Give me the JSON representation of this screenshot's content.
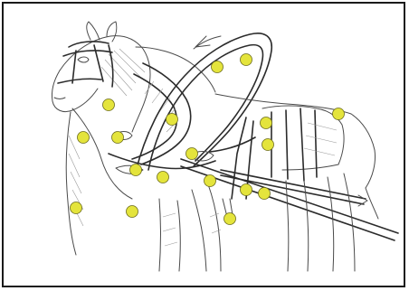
{
  "diagram": {
    "marker_color": "#e4e43c",
    "markers": [
      {
        "id": "m1"
      },
      {
        "id": "m2"
      },
      {
        "id": "m3"
      },
      {
        "id": "m4"
      },
      {
        "id": "m5"
      },
      {
        "id": "m6"
      },
      {
        "id": "m7"
      },
      {
        "id": "m8"
      },
      {
        "id": "m9"
      },
      {
        "id": "m10"
      },
      {
        "id": "m11"
      },
      {
        "id": "m12"
      },
      {
        "id": "m13"
      },
      {
        "id": "m14"
      },
      {
        "id": "m15"
      },
      {
        "id": "m16"
      },
      {
        "id": "m17"
      },
      {
        "id": "m18"
      }
    ]
  }
}
